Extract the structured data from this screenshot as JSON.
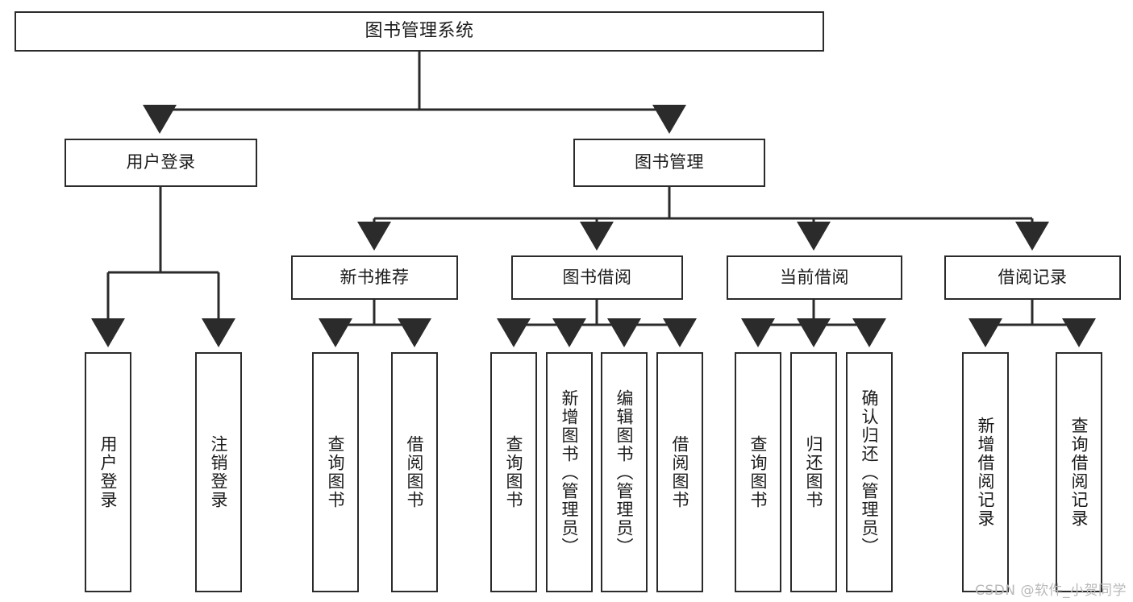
{
  "diagram": {
    "title": "图书管理系统",
    "type": "tree-hierarchy-chart",
    "line_color": "#2b2b2b",
    "box_fill": "#ffffff",
    "text_color": "#1a1a1a"
  },
  "root": {
    "label": "图书管理系统"
  },
  "level2": {
    "user_login": "用户登录",
    "book_manage": "图书管理"
  },
  "level3": {
    "new_book_recommend": "新书推荐",
    "book_borrow": "图书借阅",
    "current_borrow": "当前借阅",
    "borrow_record": "借阅记录"
  },
  "leaves": {
    "user_login_children": [
      "用户登录",
      "注销登录"
    ],
    "new_book_recommend_children": [
      "查询图书",
      "借阅图书"
    ],
    "book_borrow_children": [
      "查询图书",
      "新增图书（管理员）",
      "编辑图书（管理员）",
      "借阅图书"
    ],
    "current_borrow_children": [
      "查询图书",
      "归还图书",
      "确认归还（管理员）"
    ],
    "borrow_record_children": [
      "新增借阅记录",
      "查询借阅记录"
    ]
  },
  "watermark": {
    "text": "CSDN @软件_小贺同学"
  }
}
